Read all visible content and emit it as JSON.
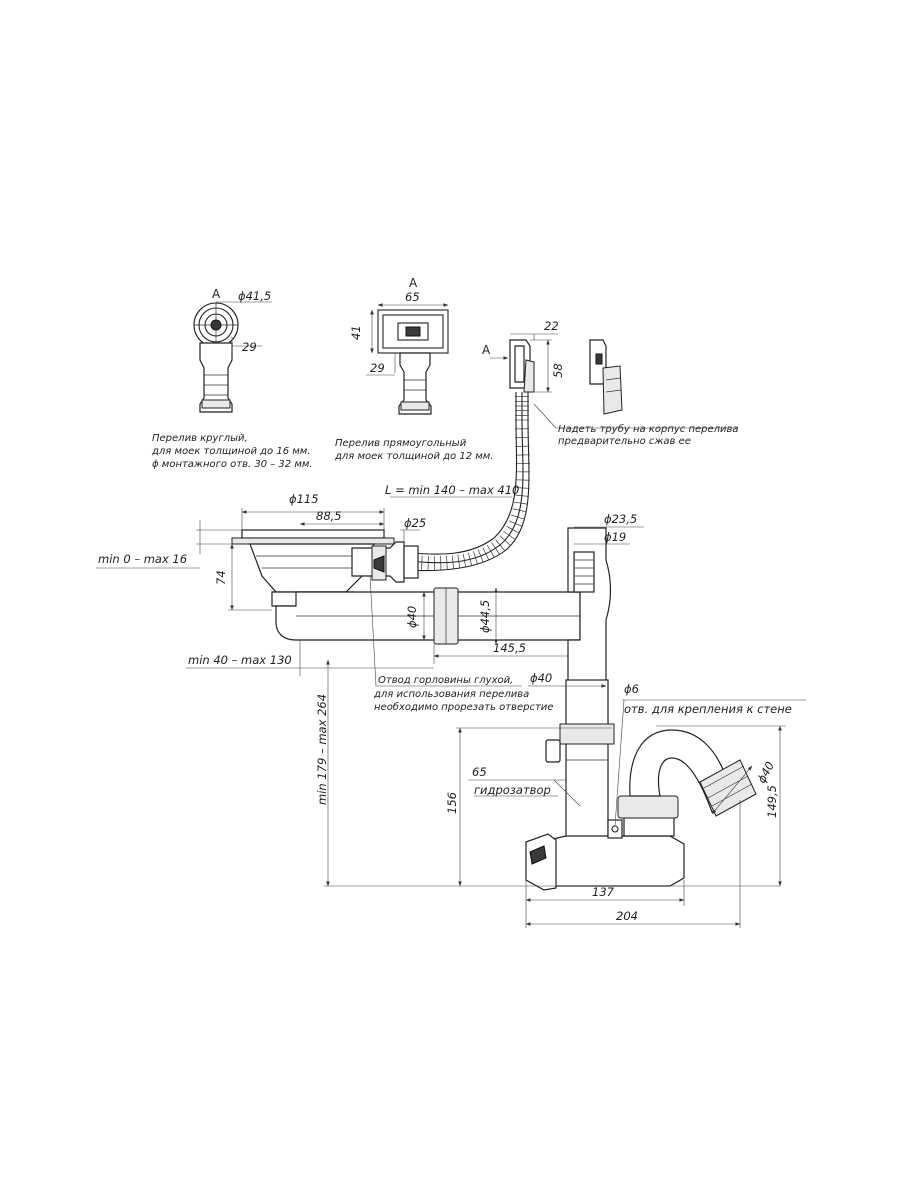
{
  "view_marks": {
    "view_a_round": "A",
    "view_a_rect": "A",
    "arrow_a": "A"
  },
  "round_overflow": {
    "dia": "ϕ41,5",
    "dim_29": "29",
    "note": [
      "Перелив круглый,",
      "для моек толщиной до 16 мм.",
      "ϕ монтажного отв. 30 – 32 мм."
    ]
  },
  "rect_overflow": {
    "width": "65",
    "height": "41",
    "dim_29": "29",
    "note": [
      "Перелив прямоугольный",
      "для моек толщиной до 12 мм."
    ]
  },
  "overflow_head": {
    "dim_22": "22",
    "dim_58": "58",
    "note": [
      "Надеть трубу на корпус перелива",
      "предварительно сжав ее"
    ]
  },
  "hose_length": "L = min 140 – max 410",
  "strainer": {
    "dia_115": "ϕ115",
    "dim_88_5": "88,5",
    "dim_74": "74",
    "thickness": "min 0 – max 16"
  },
  "outlet_dia": "ϕ25",
  "pipes": {
    "dia_40": "ϕ40",
    "dia_44_5": "ϕ44,5",
    "dim_145_5": "145,5",
    "offset": "min 40 – max 130"
  },
  "branch": {
    "dia_23_5": "ϕ23,5",
    "dia_19": "ϕ19"
  },
  "plug_note": [
    "Отвод горловины глухой,",
    "для использования перелива",
    "необходимо прорезать отверстие"
  ],
  "vertical_dia": "ϕ40",
  "wall_mount": {
    "dia_6": "ϕ6",
    "label": "отв. для крепления к стене"
  },
  "trap": {
    "height_total": "min 179 – max 264",
    "dim_156": "156",
    "dim_65": "65",
    "seal_label": "гидрозатвор",
    "outlet_dia": "ϕ40",
    "dim_149_5": "149,5",
    "dim_137": "137",
    "dim_204": "204"
  }
}
